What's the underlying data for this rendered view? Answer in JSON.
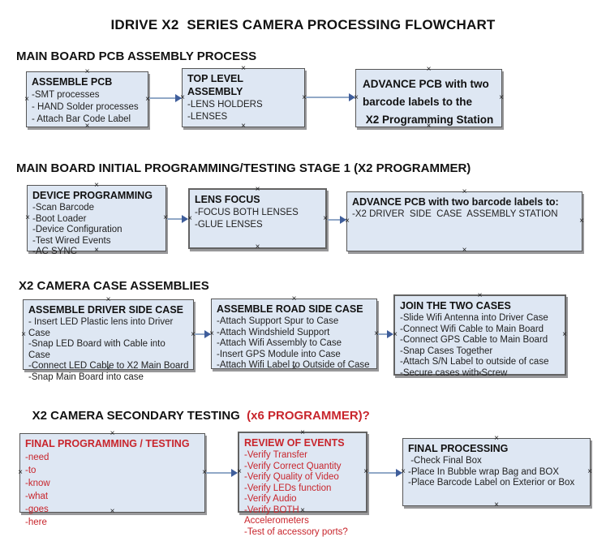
{
  "title": "IDRIVE X2  SERIES CAMERA PROCESSING FLOWCHART",
  "icons": {
    "connection_marker": "×"
  },
  "colors": {
    "box_fill": "#dee7f3",
    "box_border": "#565656",
    "box_shadow": "#98989a",
    "arrow_line": "#91a8c7",
    "arrow_head": "#3f5e9b",
    "red_text": "#c8252c",
    "black_text": "#1a1a1a"
  },
  "sections": [
    {
      "heading": "MAIN BOARD PCB ASSEMBLY PROCESS",
      "boxes": [
        {
          "title": "ASSEMBLE PCB",
          "lines": [
            "-SMT processes",
            "- HAND Solder processes",
            "- Attach Bar Code Label"
          ]
        },
        {
          "title": "TOP LEVEL ASSEMBLY",
          "lines": [
            "-LENS HOLDERS",
            "-LENSES"
          ]
        },
        {
          "title": "ADVANCE PCB with two\nbarcode labels to the\n X2 Programming Station",
          "lines": []
        }
      ]
    },
    {
      "heading": "MAIN BOARD INITIAL PROGRAMMING/TESTING STAGE 1 (X2 PROGRAMMER)",
      "boxes": [
        {
          "title": "DEVICE PROGRAMMING",
          "lines": [
            "-Scan Barcode",
            "-Boot Loader",
            "-Device Configuration",
            "-Test Wired Events",
            "-AC SYNC"
          ]
        },
        {
          "title": "LENS FOCUS",
          "lines": [
            "-FOCUS BOTH LENSES",
            "-GLUE LENSES"
          ]
        },
        {
          "title": "ADVANCE PCB with two barcode labels to:",
          "lines": [
            "-X2 DRIVER  SIDE  CASE  ASSEMBLY STATION"
          ]
        }
      ]
    },
    {
      "heading": "X2 CAMERA CASE ASSEMBLIES",
      "boxes": [
        {
          "title": "ASSEMBLE DRIVER SIDE CASE",
          "lines": [
            "- Insert LED Plastic lens into Driver Case",
            "-Snap LED Board with Cable into Case",
            "-Connect LED Cable to X2 Main Board",
            "-Snap Main Board into case"
          ]
        },
        {
          "title": "ASSEMBLE ROAD SIDE CASE",
          "lines": [
            "-Attach Support Spur to Case",
            "-Attach Windshield Support",
            "-Attach Wifi Assembly to Case",
            "-Insert GPS Module into Case",
            "-Attach Wifi Label to Outside of Case"
          ]
        },
        {
          "title": "JOIN THE TWO CASES",
          "lines": [
            "-Slide Wifi Antenna into Driver Case",
            "-Connect Wifi Cable to Main Board",
            "-Connect GPS Cable to Main Board",
            "-Snap Cases Together",
            "-Attach S/N Label to outside of case",
            "-Secure cases with Screw"
          ]
        }
      ]
    },
    {
      "heading": "X2 CAMERA SECONDARY TESTING ",
      "heading_red": " (x6 PROGRAMMER)?",
      "boxes": [
        {
          "title": "FINAL PROGRAMMING / TESTING",
          "lines": [
            "-need",
            "-to",
            "-know",
            "-what",
            "-goes",
            "-here"
          ]
        },
        {
          "title": "REVIEW OF EVENTS",
          "lines": [
            "-Verify Transfer",
            "-Verify Correct Quantity",
            "-Verify Quality of Video",
            "-Verify LEDs function",
            "-Verify Audio",
            "-Verify BOTH Accelerometers",
            "-Test of accessory ports?"
          ]
        },
        {
          "title": "FINAL PROCESSING",
          "lines": [
            " -Check Final Box",
            "-Place In Bubble wrap Bag and BOX",
            "-Place Barcode Label on Exterior or Box"
          ]
        }
      ]
    }
  ]
}
